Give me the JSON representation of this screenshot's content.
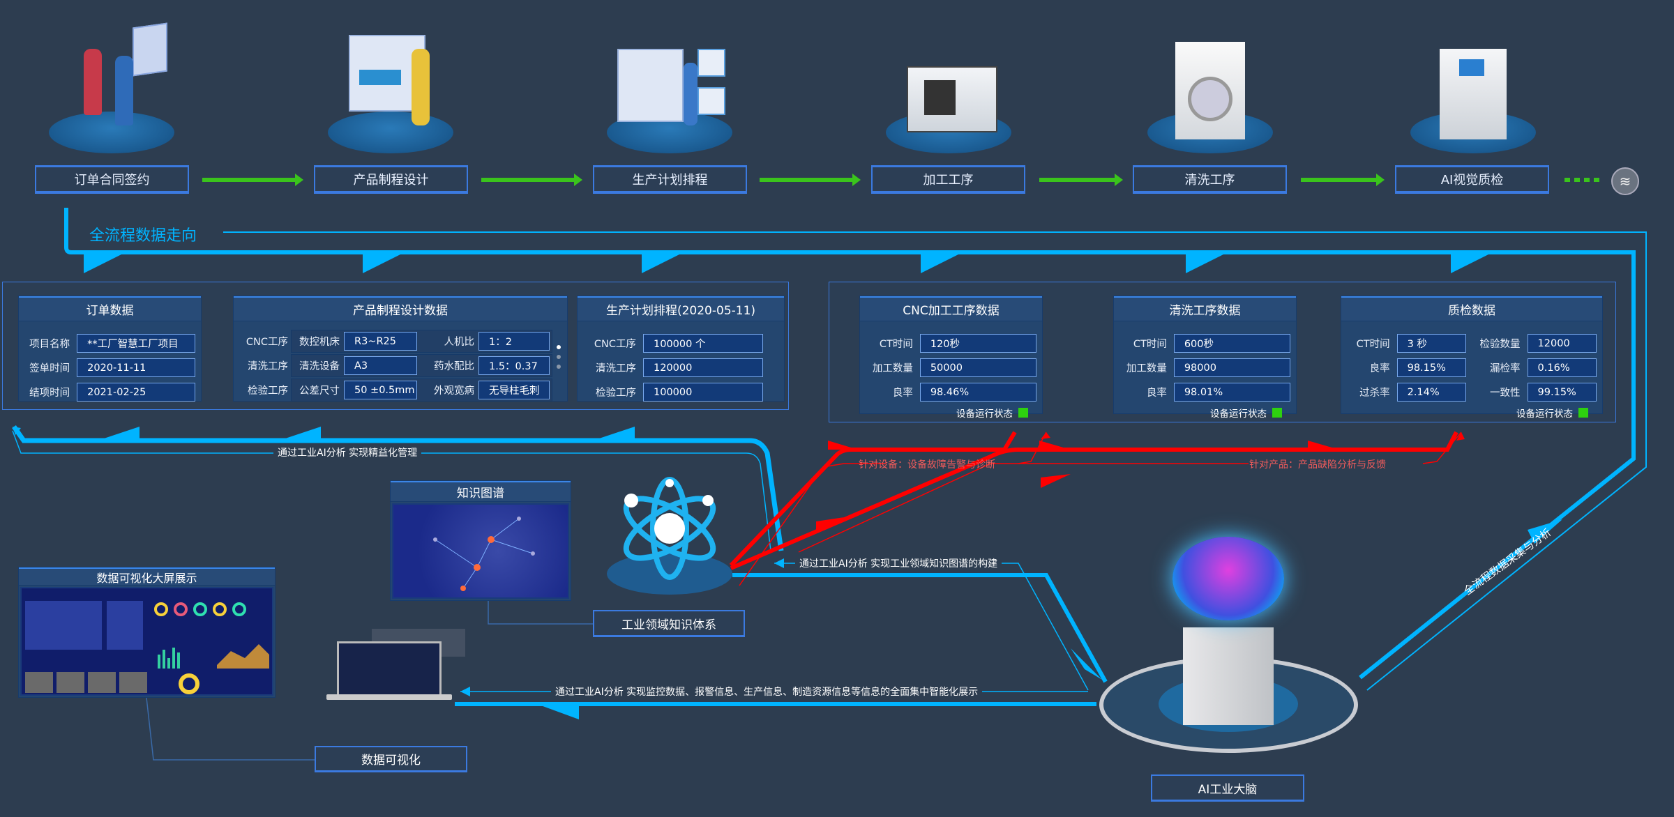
{
  "stages": [
    {
      "label": "订单合同签约",
      "icon": "handshake-illustration"
    },
    {
      "label": "产品制程设计",
      "icon": "design-illustration"
    },
    {
      "label": "生产计划排程",
      "icon": "planning-illustration"
    },
    {
      "label": "加工工序",
      "icon": "cnc-machine-illustration"
    },
    {
      "label": "清洗工序",
      "icon": "washing-machine-illustration"
    },
    {
      "label": "AI视觉质检",
      "icon": "vision-inspection-machine-illustration"
    }
  ],
  "flow_title": "全流程数据走向",
  "order_card": {
    "title": "订单数据",
    "rows": [
      {
        "label": "项目名称",
        "value": "**工厂智慧工厂项目"
      },
      {
        "label": "签单时间",
        "value": "2020-11-11"
      },
      {
        "label": "结项时间",
        "value": "2021-02-25"
      }
    ]
  },
  "design_card": {
    "title": "产品制程设计数据",
    "rows": [
      {
        "section": "CNC工序",
        "l1": "数控机床",
        "v1": "R3~R25",
        "l2": "人机比",
        "v2": "1：2"
      },
      {
        "section": "清洗工序",
        "l1": "清洗设备",
        "v1": "A3",
        "l2": "药水配比",
        "v2": "1.5：0.37"
      },
      {
        "section": "检验工序",
        "l1": "公差尺寸",
        "v1": "50 ±0.5mm",
        "l2": "外观宽病",
        "v2": "无导柱毛刺"
      }
    ]
  },
  "plan_card": {
    "title": "生产计划排程(2020-05-11)",
    "rows": [
      {
        "label": "CNC工序",
        "value": "100000 个"
      },
      {
        "label": "清洗工序",
        "value": "120000"
      },
      {
        "label": "检验工序",
        "value": "100000"
      }
    ]
  },
  "cnc_card": {
    "title": "CNC加工工序数据",
    "rows": [
      {
        "label": "CT时间",
        "value": "120秒"
      },
      {
        "label": "加工数量",
        "value": "50000"
      },
      {
        "label": "良率",
        "value": "98.46%"
      }
    ],
    "status_label": "设备运行状态"
  },
  "wash_card": {
    "title": "清洗工序数据",
    "rows": [
      {
        "label": "CT时间",
        "value": "600秒"
      },
      {
        "label": "加工数量",
        "value": "98000"
      },
      {
        "label": "良率",
        "value": "98.01%"
      }
    ],
    "status_label": "设备运行状态"
  },
  "qc_card": {
    "title": "质检数据",
    "rows": [
      {
        "l1": "CT时间",
        "v1": "3 秒",
        "l2": "检验数量",
        "v2": "12000"
      },
      {
        "l1": "良率",
        "v1": "98.15%",
        "l2": "漏检率",
        "v2": "0.16%"
      },
      {
        "l1": "过杀率",
        "v1": "2.14%",
        "l2": "一致性",
        "v2": "99.15%"
      }
    ],
    "status_label": "设备运行状态"
  },
  "status_color": "#2ed10f",
  "annotations": {
    "lean": "通过工业AI分析 实现精益化管理",
    "device": "针对设备：设备故障告警与诊断",
    "product": "针对产品：产品缺陷分析与反馈",
    "kg_build": "通过工业AI分析 实现工业领域知识图谱的构建",
    "display": "通过工业AI分析 实现监控数据、报警信息、生产信息、制造资源信息等信息的全面集中智能化展示",
    "collect": "全流程数据采集与分析"
  },
  "kg_card_title": "知识图谱",
  "kg_box": "工业领域知识体系",
  "bigscreen_title": "数据可视化大屏展示",
  "datavis_box": "数据可视化",
  "brain_box": "AI工业大脑",
  "colors": {
    "flow": "#00b4ff",
    "feedback": "#ff0000",
    "arrow": "#3ac41c",
    "border": "#3b7ae0",
    "bg": "#2d3d50"
  }
}
